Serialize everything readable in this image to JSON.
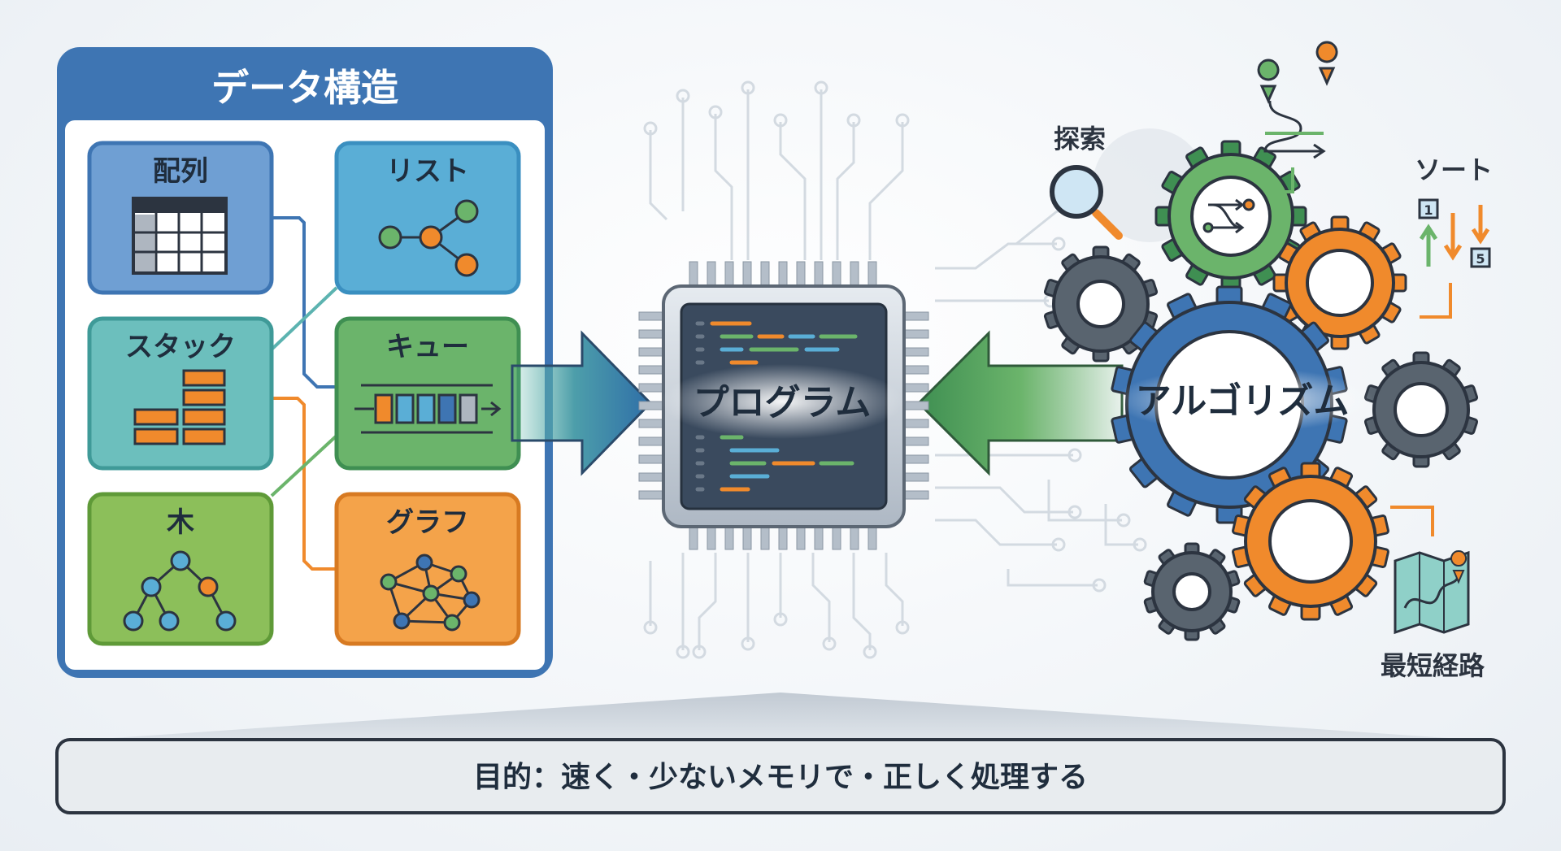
{
  "data_structures": {
    "title": "データ構造",
    "items": {
      "array": "配列",
      "list": "リスト",
      "stack": "スタック",
      "queue": "キュー",
      "tree": "木",
      "graph": "グラフ"
    }
  },
  "program": {
    "label": "プログラム"
  },
  "algorithms": {
    "label": "アルゴリズム",
    "items": {
      "search": "探索",
      "sort": "ソート",
      "shortest_path": "最短経路"
    },
    "sort_badges": [
      "1",
      "5"
    ]
  },
  "footer": {
    "purpose": "目的：速く・少ないメモリで・正しく処理する"
  },
  "colors": {
    "blue": "#3e75b3",
    "light_blue": "#5aaed6",
    "teal": "#5cb3b0",
    "green": "#6bb46b",
    "lime": "#8cbf5a",
    "orange": "#f08a2c",
    "gray": "#59646f",
    "chip": "#3a4a5e"
  }
}
